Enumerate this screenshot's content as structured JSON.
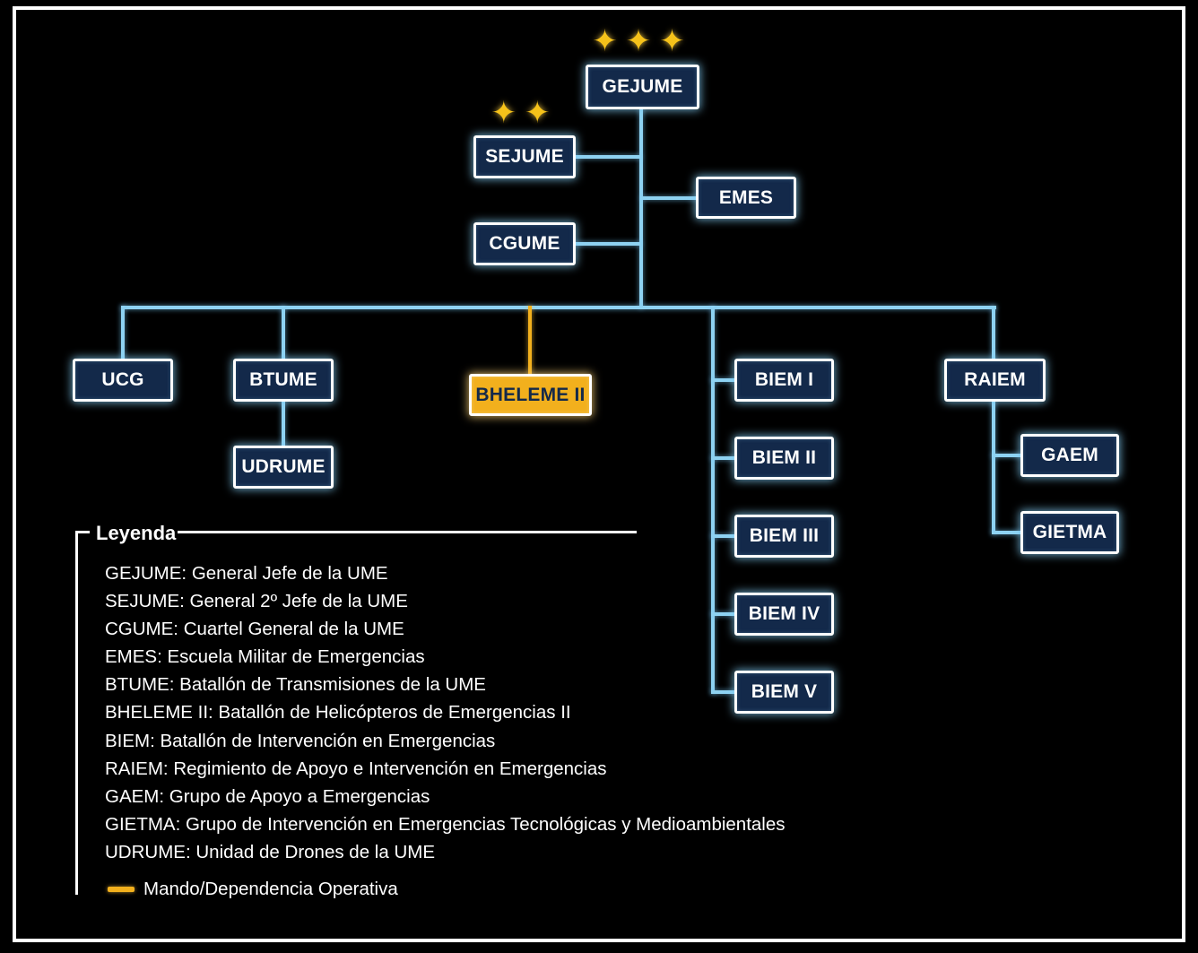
{
  "org_chart": {
    "nodes": {
      "gejume": "GEJUME",
      "sejume": "SEJUME",
      "cgume": "CGUME",
      "emes": "EMES",
      "ucg": "UCG",
      "btume": "BTUME",
      "udrume": "UDRUME",
      "bheleme_ii": "BHELEME II",
      "biem_i": "BIEM I",
      "biem_ii": "BIEM II",
      "biem_iii": "BIEM III",
      "biem_iv": "BIEM IV",
      "biem_v": "BIEM V",
      "raiem": "RAIEM",
      "gaem": "GAEM",
      "gietma": "GIETMA"
    },
    "rank_stars": {
      "gejume": "✦✦✦",
      "sejume": "✦✦"
    }
  },
  "legend": {
    "title": "Leyenda",
    "items": [
      "GEJUME: General Jefe de la UME",
      "SEJUME: General 2º Jefe de la UME",
      "CGUME: Cuartel General de la UME",
      "EMES: Escuela Militar de Emergencias",
      "BTUME: Batallón de Transmisiones de la UME",
      "BHELEME II: Batallón de Helicópteros de Emergencias II",
      "BIEM: Batallón de Intervención en Emergencias",
      "RAIEM: Regimiento de Apoyo e Intervención en Emergencias",
      "GAEM: Grupo de Apoyo a Emergencias",
      "GIETMA: Grupo de Intervención en Emergencias Tecnológicas y Medioambientales",
      "UDRUME: Unidad de Drones de la UME"
    ],
    "operational_dependency_label": "Mando/Dependencia Operativa"
  },
  "colors": {
    "background": "#000000",
    "frame_border": "#ffffff",
    "node_fill": "#13294a",
    "node_border": "#ffffff",
    "connector_blue": "#8ed2f2",
    "operational_gold": "#f2b01d",
    "star_gold": "#f6c21a",
    "text": "#ffffff"
  }
}
